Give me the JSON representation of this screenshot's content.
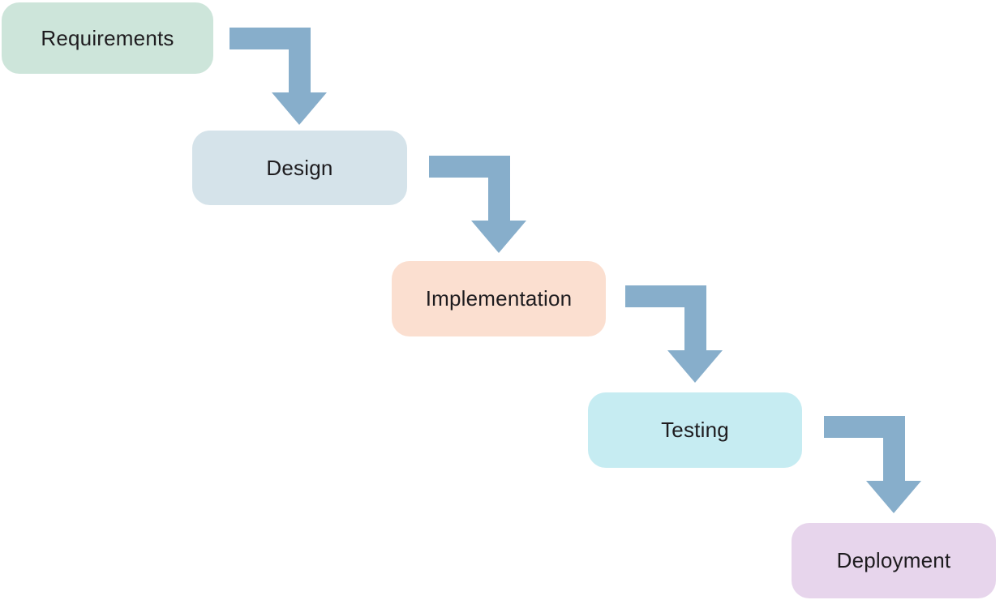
{
  "diagram": {
    "type": "flowchart",
    "description": "Waterfall software development lifecycle diagram with five stages connected by downward elbow arrows",
    "background_color": "#ffffff",
    "text_color": "#1e1c1f",
    "arrow_color": "#87aecb",
    "stages": [
      {
        "label": "Requirements",
        "color": "#cde5da"
      },
      {
        "label": "Design",
        "color": "#d5e3ea"
      },
      {
        "label": "Implementation",
        "color": "#fbdfd0"
      },
      {
        "label": "Testing",
        "color": "#c6ecf2"
      },
      {
        "label": "Deployment",
        "color": "#e7d5ec"
      }
    ]
  }
}
